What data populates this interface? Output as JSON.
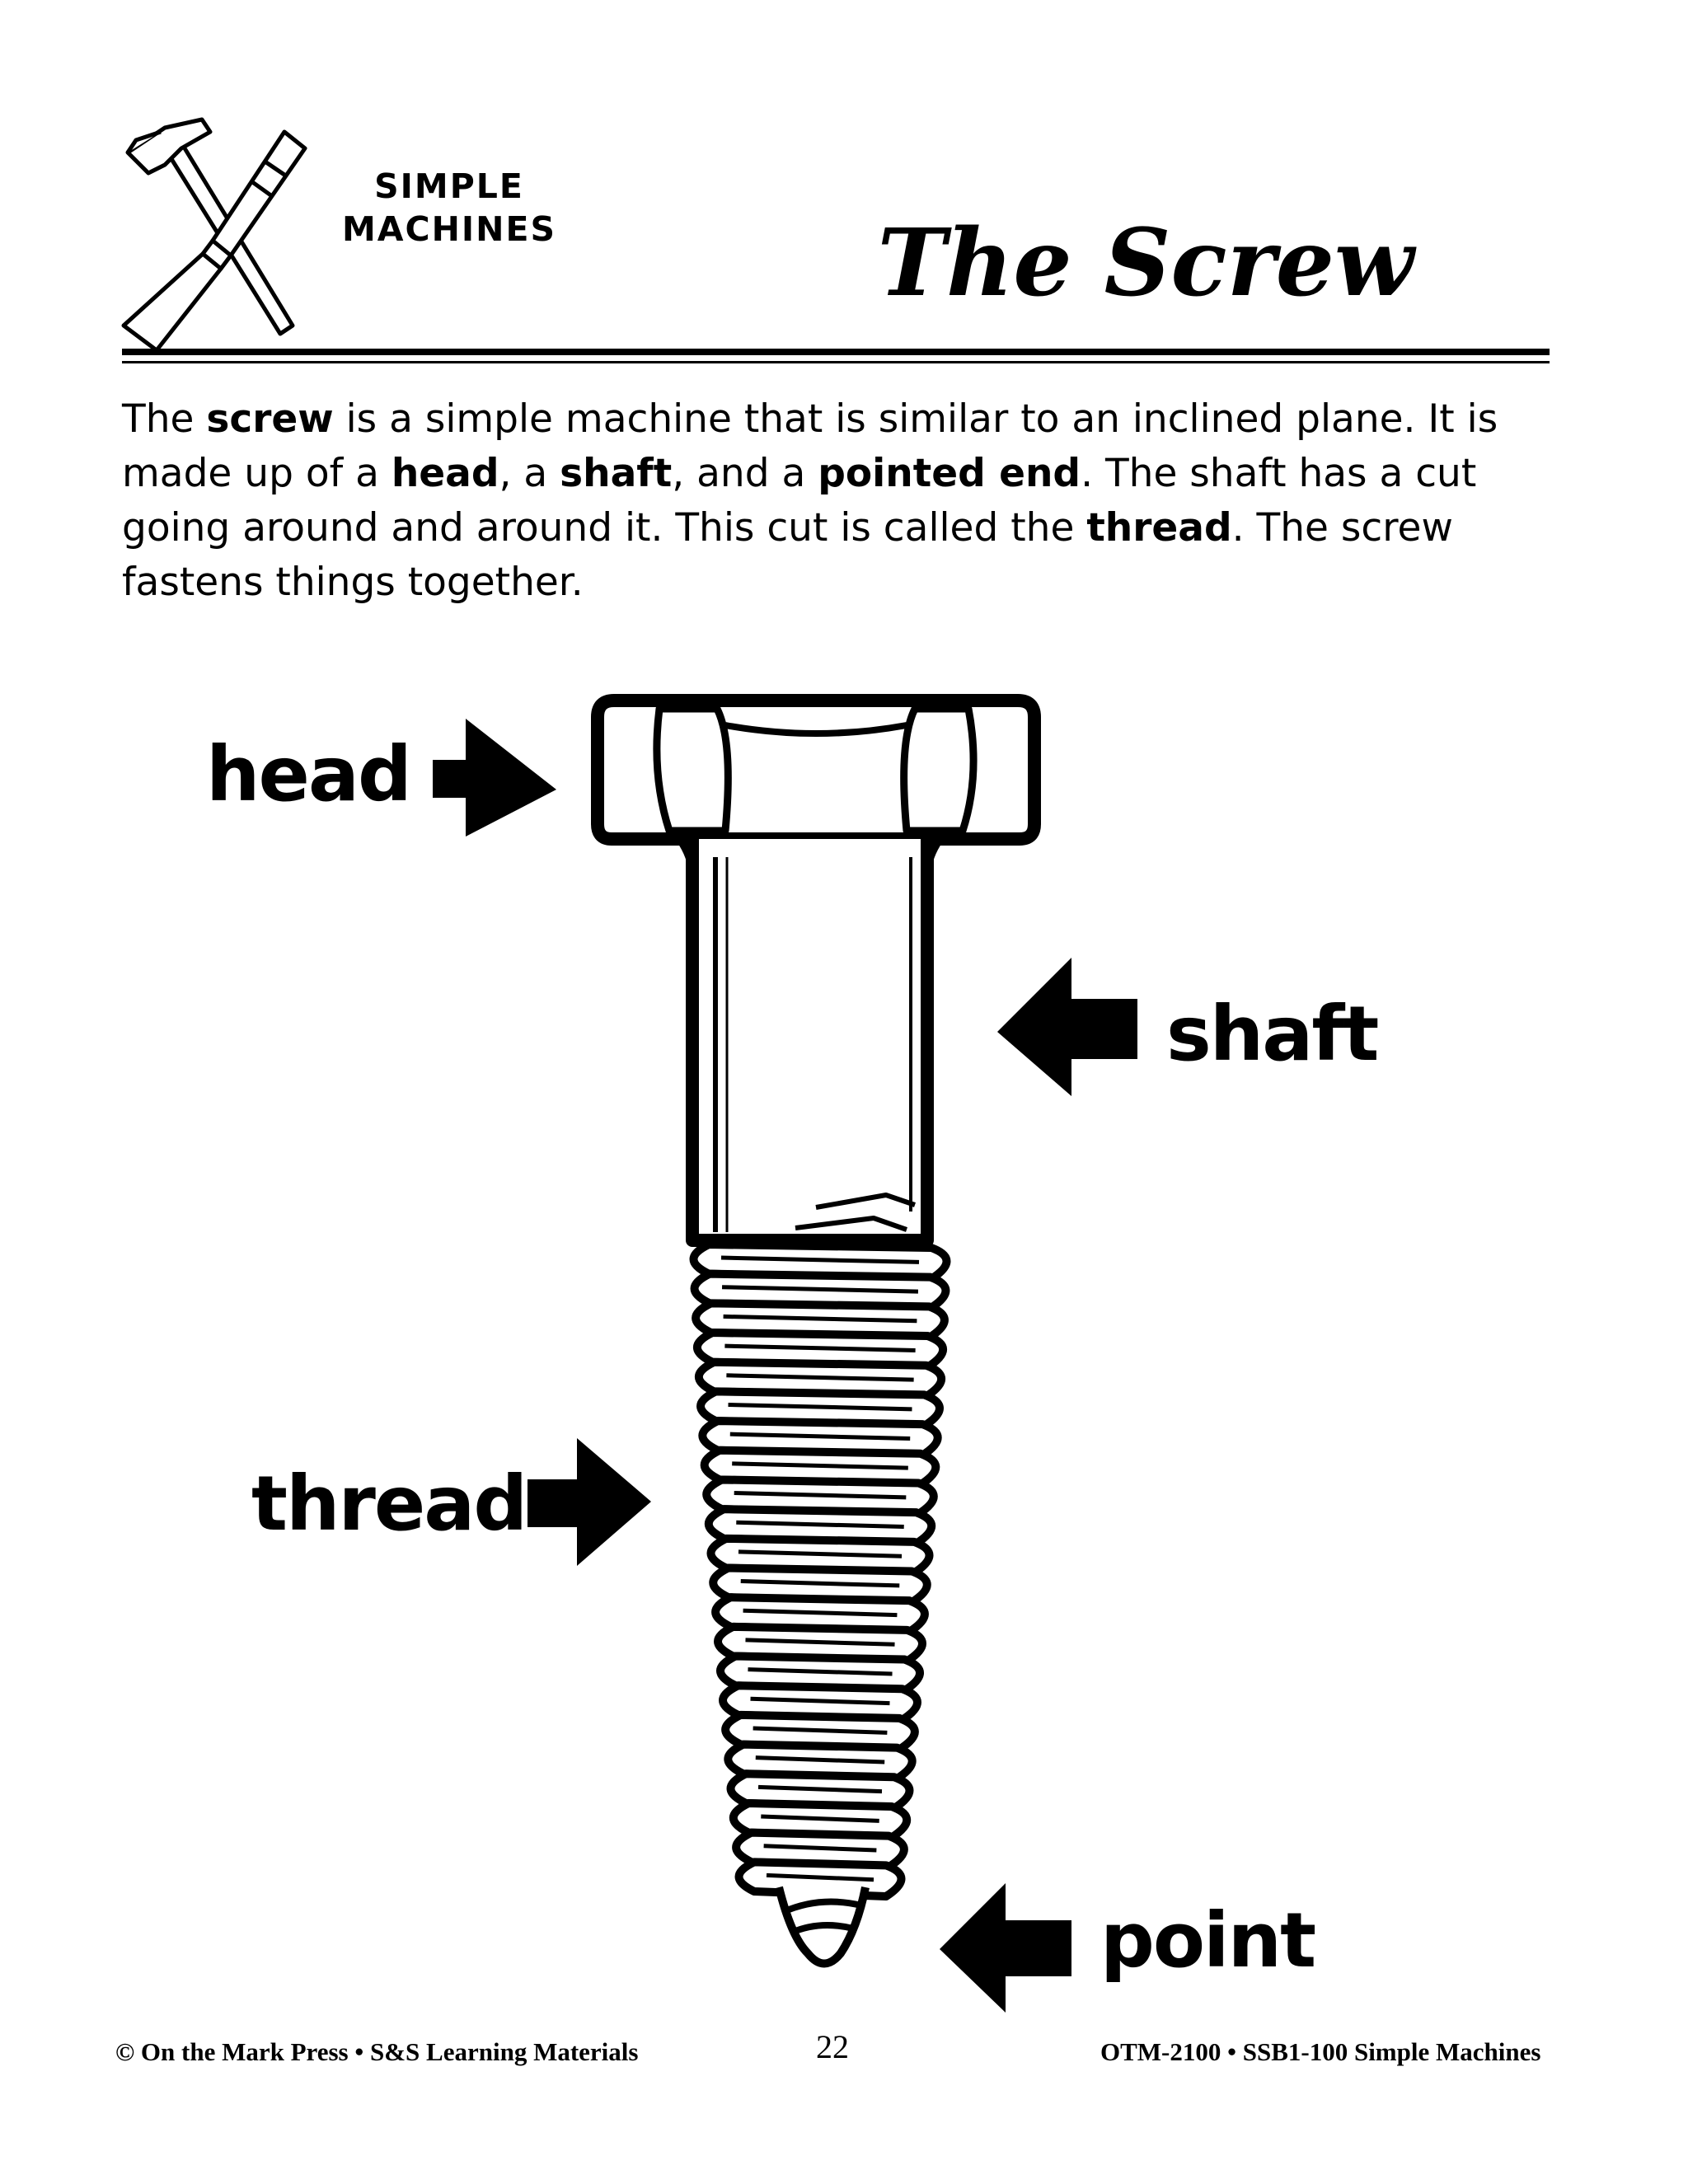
{
  "header": {
    "series_line1": "SIMPLE",
    "series_line2": "MACHINES",
    "title": "The Screw"
  },
  "intro": {
    "s1": "The ",
    "b1": "screw",
    "s2": " is a simple machine that is similar to an inclined plane.  It is made up of a ",
    "b2": "head",
    "s3": ", a ",
    "b3": "shaft",
    "s4": ", and a ",
    "b4": "pointed end",
    "s5": ".  The shaft has a cut going around and around it.  This cut is called the ",
    "b5": "thread",
    "s6": ".  The screw fastens things together."
  },
  "labels": {
    "head": "head",
    "shaft": "shaft",
    "thread": "thread",
    "point": "point"
  },
  "footer": {
    "left": "© On the Mark Press • S&S Learning Materials",
    "page": "22",
    "right": "OTM-2100 • SSB1-100 Simple Machines"
  },
  "icons": {
    "logo": "hammer-and-chisel-crossed-icon",
    "arrows": "solid-arrow-icon"
  }
}
